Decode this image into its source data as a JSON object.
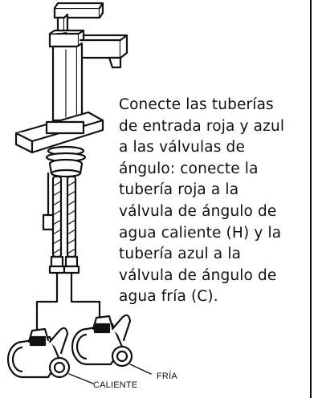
{
  "instructions": {
    "lines": [
      "Conecte las tuberías",
      "de entrada roja y azul",
      "a las válvulas de",
      "ángulo: conecte la",
      "tubería roja a la",
      "válvula de ángulo de",
      "agua caliente (H) y la",
      "tubería azul a la",
      "válvula de ángulo de",
      "agua fría (C)."
    ]
  },
  "labels": {
    "hot": "CALIENTE",
    "cold": "FRÍA"
  },
  "colors": {
    "ink": "#111111",
    "background": "#ffffff"
  }
}
